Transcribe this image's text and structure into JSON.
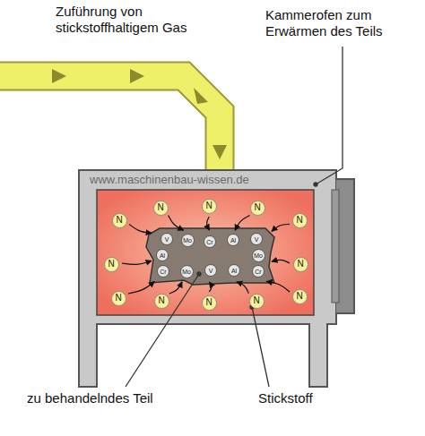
{
  "diagram": {
    "nodes": [
      {
        "text": [
          "N"
        ]
      },
      {
        "text": [
          "N"
        ]
      },
      {
        "text": [
          "N"
        ]
      },
      {
        "text": [
          "N"
        ]
      },
      {
        "text": [
          "N"
        ]
      },
      {
        "text": [
          "N"
        ]
      },
      {
        "text": [
          "N"
        ]
      },
      {
        "text": [
          "N"
        ]
      },
      {
        "text": [
          "N"
        ]
      },
      {
        "text": [
          "N"
        ]
      },
      {
        "text": [
          "N"
        ]
      },
      {
        "text": [
          "N"
        ]
      },
      {
        "text": [
          "V"
        ]
      },
      {
        "text": [
          "Mo"
        ]
      },
      {
        "text": [
          "Cr"
        ]
      },
      {
        "text": [
          "Al"
        ]
      },
      {
        "text": [
          "V"
        ]
      },
      {
        "text": [
          "Al"
        ]
      },
      {
        "text": [
          "Mo"
        ]
      },
      {
        "text": [
          "Cr"
        ]
      },
      {
        "text": [
          "Mo"
        ]
      },
      {
        "text": [
          "V"
        ]
      },
      {
        "text": [
          "Al"
        ]
      },
      {
        "text": [
          "Cr"
        ]
      }
    ],
    "labels": [
      "Zuführung von stickstoffhaltigem Gas",
      "Kammerofen zum Erwärmen des Teils",
      "www.maschinenbau-wissen.de",
      "zu behandelndes Teil",
      "Stickstoff"
    ]
  }
}
